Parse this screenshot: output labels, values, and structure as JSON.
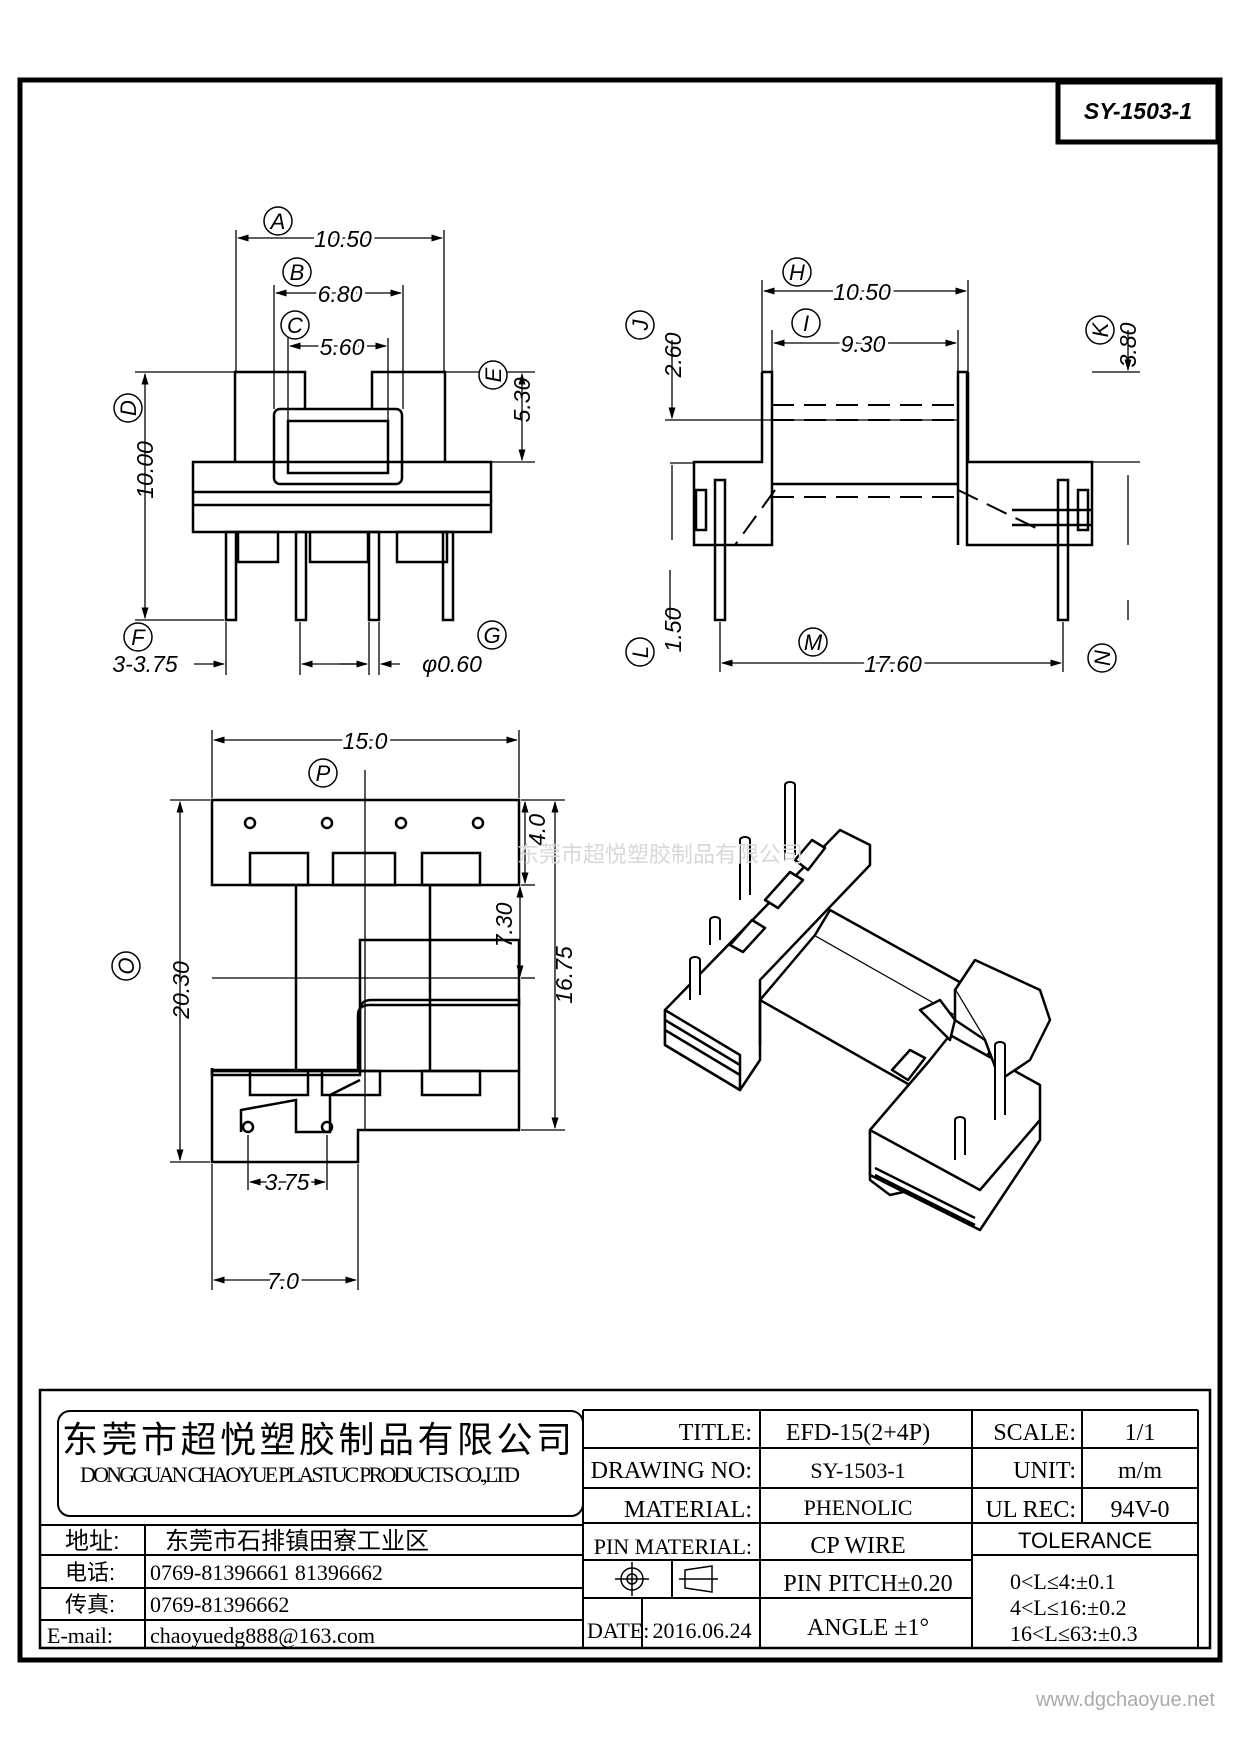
{
  "drawing_id": "SY-1503-1",
  "watermark": "东莞市超悦塑胶制品有限公司",
  "footer_url": "www.dgchaoyue.net",
  "front_view": {
    "labels": [
      "A",
      "B",
      "C",
      "D",
      "E",
      "F",
      "G"
    ],
    "dims": {
      "a": "10.50",
      "b": "6.80",
      "c": "5.60",
      "d": "10.00",
      "e": "5.30",
      "f": "3-3.75",
      "g": "φ0.60"
    }
  },
  "side_view": {
    "labels": [
      "H",
      "I",
      "J",
      "K",
      "L",
      "M",
      "N"
    ],
    "dims": {
      "h": "10.50",
      "i": "9.30",
      "j": "2.60",
      "k": "3.80",
      "l": "1.50",
      "n": "17.60"
    }
  },
  "bottom_view": {
    "labels": [
      "P",
      "O"
    ],
    "dims": {
      "p": "15.0",
      "o": "20.30",
      "top": "4.0",
      "mid": "7.30",
      "right": "16.75",
      "pitch": "3.75",
      "base": "7.0"
    }
  },
  "title_block": {
    "company_cn": "东莞市超悦塑胶制品有限公司",
    "company_en": "DONGGUAN CHAOYUE PLASTUC PRODUCTS CO.,LTD",
    "address_label": "地址:",
    "address": "东莞市石排镇田寮工业区",
    "phone_label": "电话:",
    "phone": "0769-81396661   81396662",
    "fax_label": "传真:",
    "fax": "0769-81396662",
    "email_label": "E-mail:",
    "email": "chaoyuedg888@163.com",
    "title_label": "TITLE:",
    "title": "EFD-15(2+4P)",
    "drawing_no_label": "DRAWING NO:",
    "drawing_no": "SY-1503-1",
    "material_label": "MATERIAL:",
    "material": "PHENOLIC",
    "pin_material_label": "PIN MATERIAL:",
    "pin_material": "CP WIRE",
    "pin_pitch": "PIN PITCH±0.20",
    "angle": "ANGLE  ±1°",
    "date_label": "DATE:",
    "date": "2016.06.24",
    "scale_label": "SCALE:",
    "scale": "1/1",
    "unit_label": "UNIT:",
    "unit": "m/m",
    "ul_label": "UL REC:",
    "ul": "94V-0",
    "tolerance_label": "TOLERANCE",
    "tolerances": [
      "0<L≤4:±0.1",
      "4<L≤16:±0.2",
      "16<L≤63:±0.3"
    ]
  }
}
